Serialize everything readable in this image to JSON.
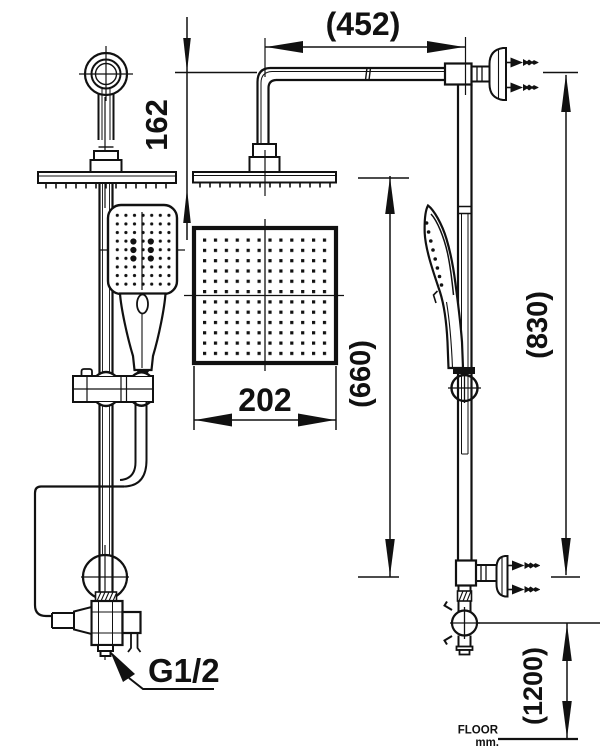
{
  "diagram": {
    "type": "technical-drawing-shower-set",
    "colors": {
      "line": "#111111",
      "background": "#ffffff"
    },
    "labels": {
      "arm_length": "(452)",
      "head_drop": "162",
      "head_width": "202",
      "hand_shower_span": "(660)",
      "rail_height": "(830)",
      "inlet_height": "(1200)",
      "inlet_thread": "G1/2",
      "floor_word": "FLOOR",
      "floor_unit": "mm."
    }
  }
}
